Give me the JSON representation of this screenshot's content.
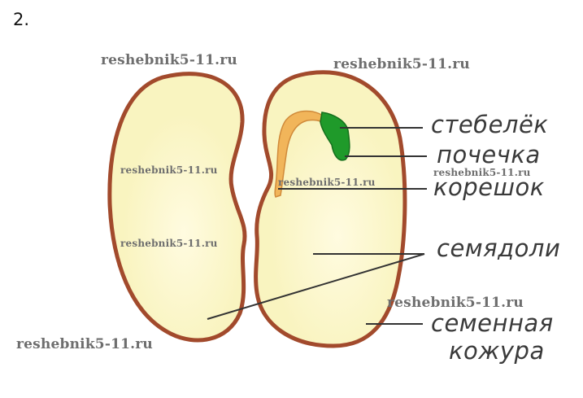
{
  "task_number": "2.",
  "watermark": "reshebnik5-11.ru",
  "labels": {
    "stem": "стебелёк",
    "bud": "почечка",
    "root": "корешок",
    "cotyledons": "семядоли",
    "coat_line1": "семенная",
    "coat_line2": "кожура"
  },
  "colors": {
    "seed_fill": "#f9f4c0",
    "seed_coat": "#a24a2c",
    "embryo_stalk": "#f1b55a",
    "bud_green": "#1f9a2a",
    "leader": "#333333"
  }
}
